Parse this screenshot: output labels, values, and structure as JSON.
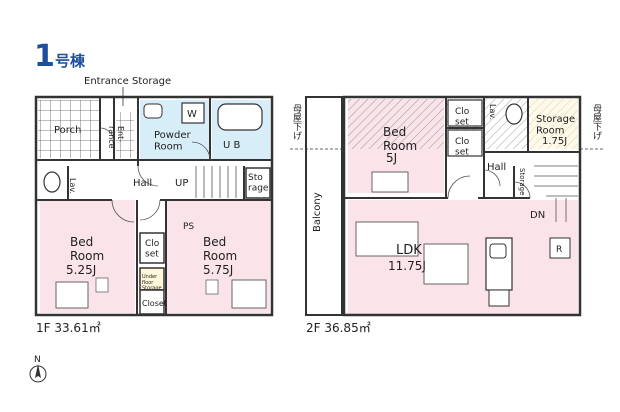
{
  "building": {
    "number": "1",
    "suffix": "号棟"
  },
  "colors": {
    "bedroom": "#fbe3ea",
    "wet_area": "#d7eef8",
    "wall": "#333333",
    "title": "#1f4e9a",
    "hatch": "#9a9a9a"
  },
  "floor1": {
    "area_label": "1F 33.61㎡",
    "entrance_storage": "Entrance Storage",
    "porch": "Porch",
    "entrance": "Ent-\nrance",
    "powder_room": "Powder\nRoom",
    "washer": "W",
    "unit_bath": "U B",
    "lavatory": "Lav.",
    "hall": "Hall",
    "up": "UP",
    "storage": "Sto\nrage",
    "ps": "PS",
    "bedroom_a_name": "Bed\nRoom",
    "bedroom_a_size": "5.25J",
    "bedroom_b_name": "Bed\nRoom",
    "bedroom_b_size": "5.75J",
    "closet_small": "Clo\nset",
    "under_floor_storage": "Under\nfloor\nStorage",
    "closet": "Closet"
  },
  "floor2": {
    "area_label": "2F 36.85㎡",
    "balcony": "Balcony",
    "bedroom_name": "Bed\nRoom",
    "bedroom_size": "5J",
    "closet_top": "Clo\nset",
    "closet_bottom": "Clo\nset",
    "lavatory": "Lav.",
    "storage_room_name": "Storage\nRoom",
    "storage_room_size": "1.75J",
    "hall": "Hall",
    "storage": "Storage",
    "dn": "DN",
    "ldk_name": "LDK",
    "ldk_size": "11.75J",
    "refrigerator": "R"
  },
  "annotations": {
    "eave_left": "母屋下げ",
    "eave_right": "母屋下げ"
  },
  "compass": {
    "north": "N"
  }
}
